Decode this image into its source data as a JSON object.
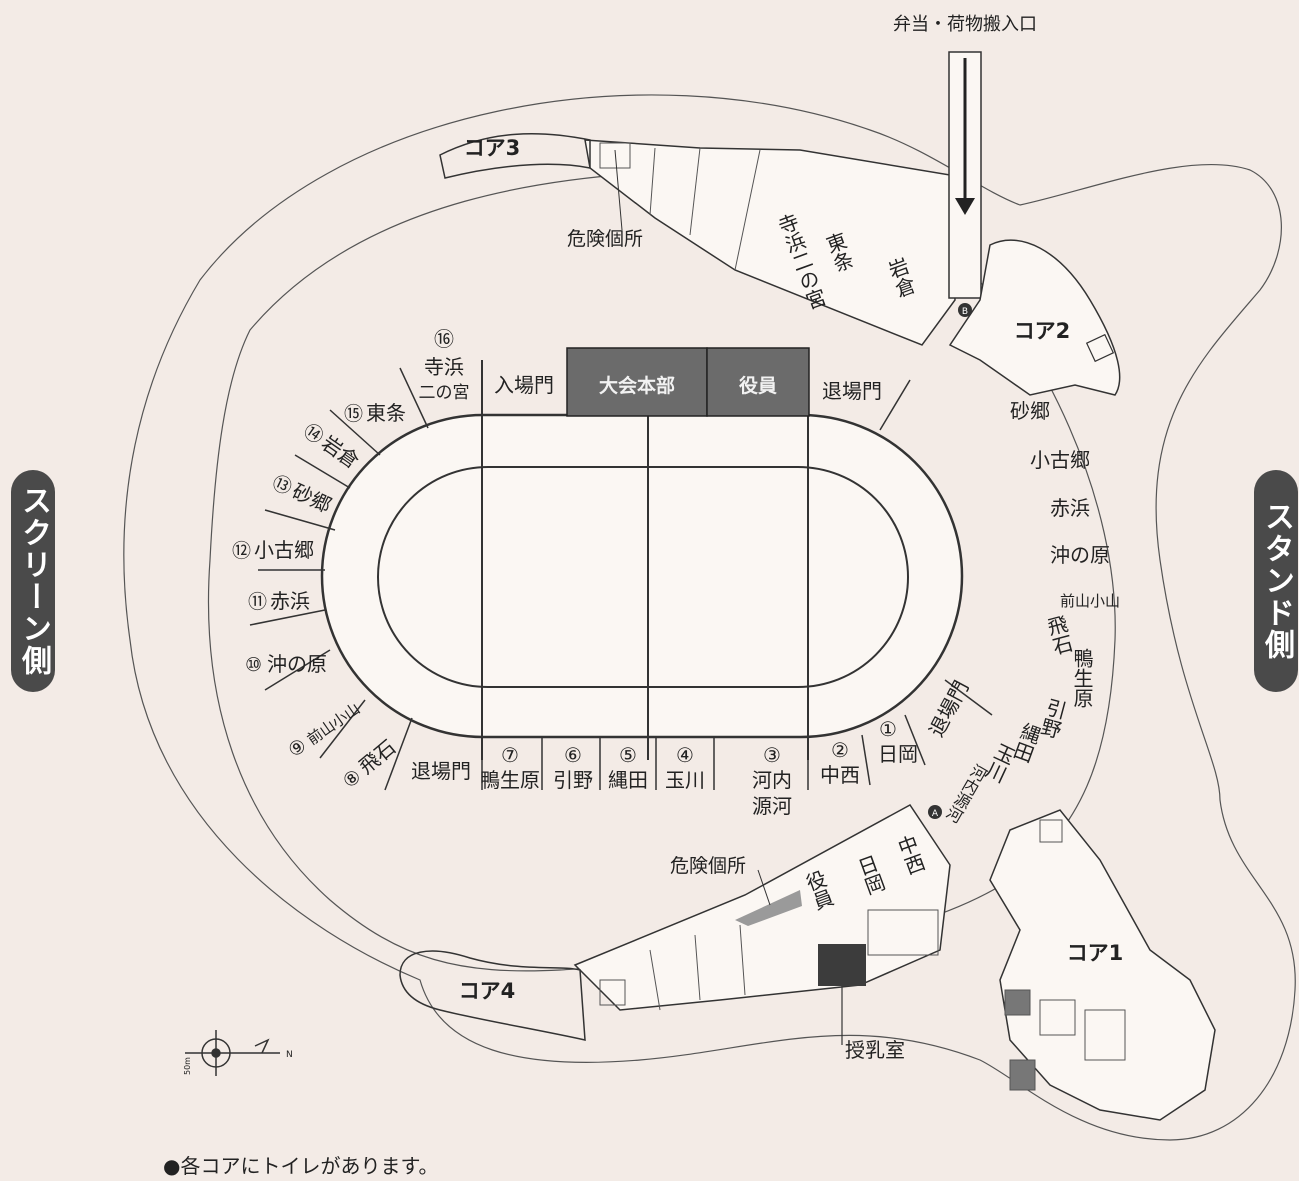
{
  "side_labels": {
    "left": "スクリーン側",
    "right": "スタンド側"
  },
  "entrance_label": "弁当・荷物搬入口",
  "cores": {
    "core1": "コア1",
    "core2": "コア2",
    "core3": "コア3",
    "core4": "コア4"
  },
  "danger_label": "危険個所",
  "gates": {
    "entry": "入場門",
    "exit": "退場門"
  },
  "hq_labels": {
    "hq": "大会本部",
    "staff": "役員"
  },
  "nursing_room": "授乳室",
  "markers": {
    "a": "A",
    "b": "B"
  },
  "compass": {
    "north": "N",
    "scale": "50m"
  },
  "footnote": "●各コアにトイレがあります。",
  "left_sections": [
    {
      "num": "⑯",
      "name": "寺浜",
      "name2": "二の宮"
    },
    {
      "num": "⑮",
      "name": "東条"
    },
    {
      "num": "⑭",
      "name": "岩倉"
    },
    {
      "num": "⑬",
      "name": "砂郷"
    },
    {
      "num": "⑫",
      "name": "小古郷"
    },
    {
      "num": "⑪",
      "name": "赤浜"
    },
    {
      "num": "⑩",
      "name": "沖の原"
    },
    {
      "num": "⑨",
      "name": "前山小山"
    },
    {
      "num": "⑧",
      "name": "飛石"
    }
  ],
  "bottom_sections": [
    {
      "num": "⑦",
      "name": "鴨生原"
    },
    {
      "num": "⑥",
      "name": "引野"
    },
    {
      "num": "⑤",
      "name": "縄田"
    },
    {
      "num": "④",
      "name": "玉川"
    },
    {
      "num": "③",
      "name": "河内",
      "name2": "源河"
    },
    {
      "num": "②",
      "name": "中西"
    },
    {
      "num": "①",
      "name": "日岡"
    }
  ],
  "right_stand": [
    "砂郷",
    "小古郷",
    "赤浜",
    "沖の原",
    "前山小山",
    "飛石",
    "鴨生原",
    "引野",
    "縄田",
    "玉川",
    "河内源河"
  ],
  "top_stand": [
    "寺浜二の宮",
    "東条",
    "岩倉"
  ],
  "bottom_stand": [
    "中西",
    "日岡",
    "役員"
  ],
  "colors": {
    "hq": "#6b6b6b",
    "nursing": "#3c3c3c",
    "danger": "#9a9a9a",
    "pill": "#4a4a4a"
  }
}
